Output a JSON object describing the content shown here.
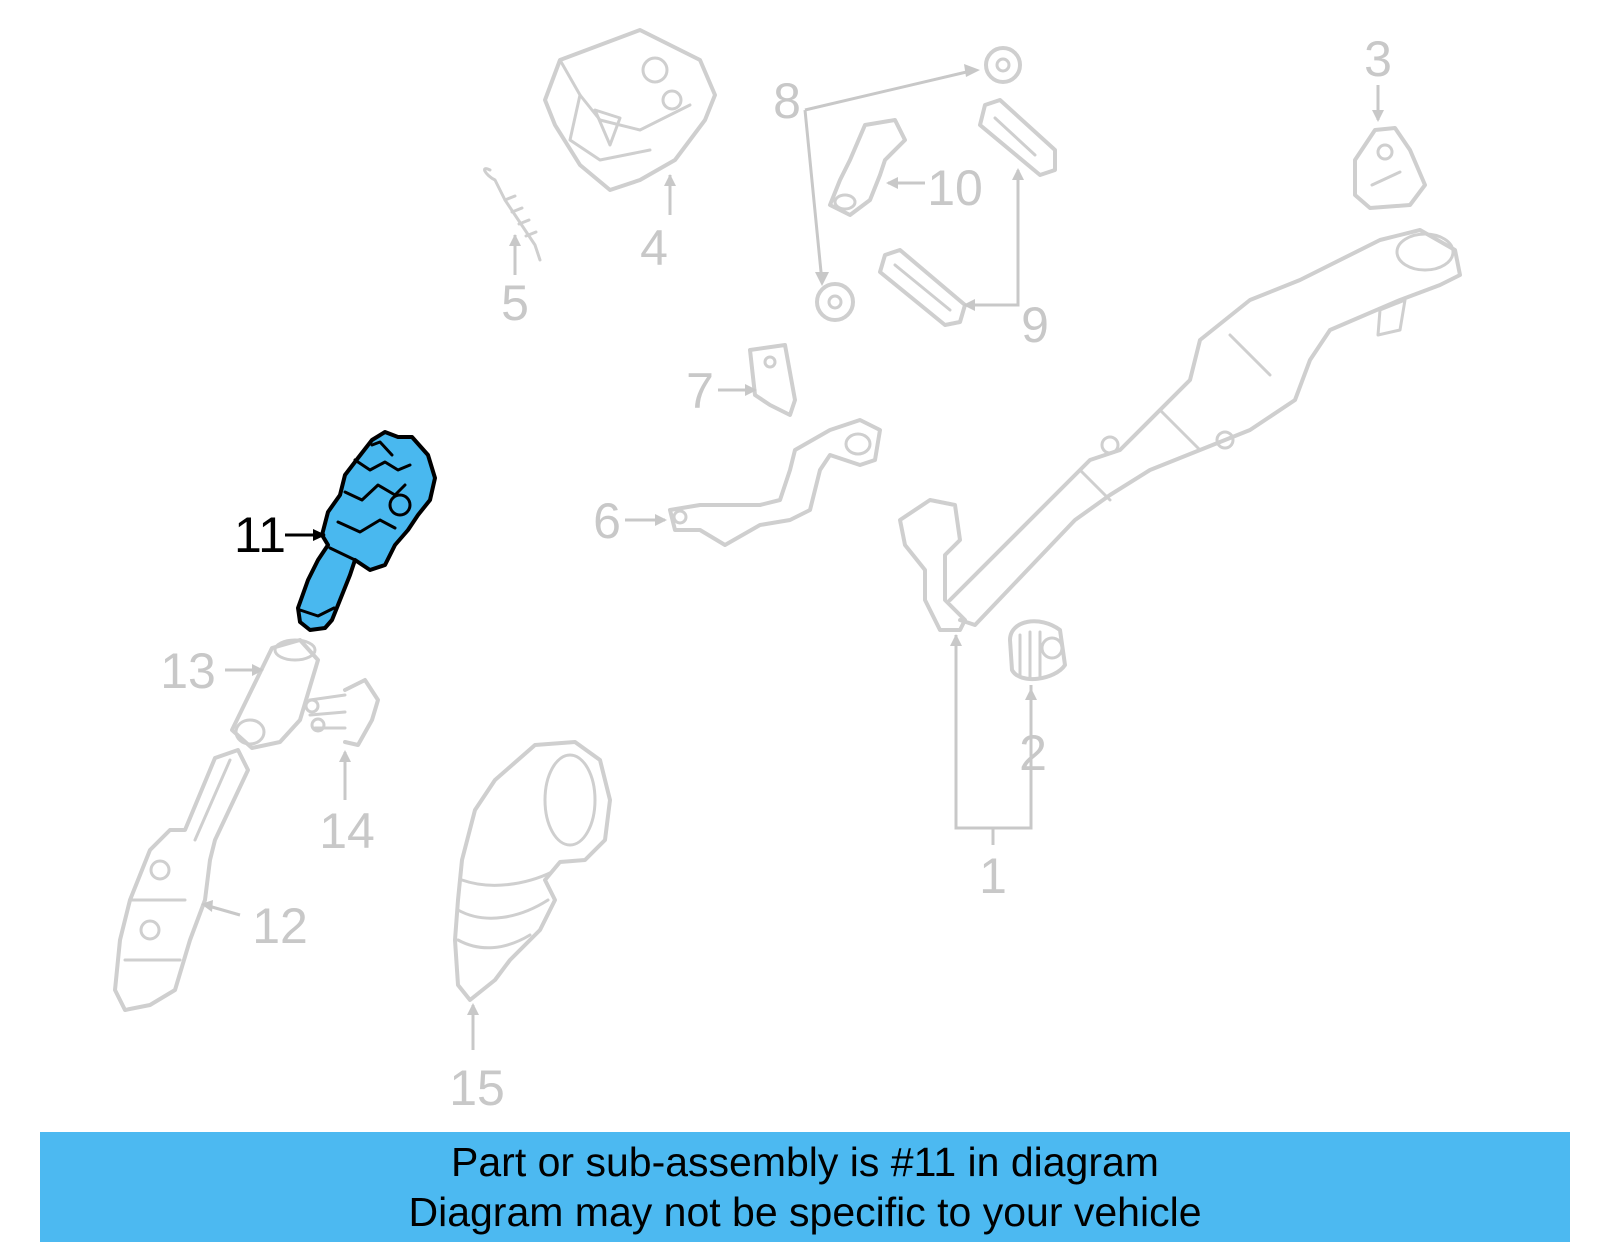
{
  "diagram": {
    "callouts": {
      "c1": "1",
      "c2": "2",
      "c3": "3",
      "c4": "4",
      "c5": "5",
      "c6": "6",
      "c7": "7",
      "c8": "8",
      "c9": "9",
      "c10": "10",
      "c11": "11",
      "c12": "12",
      "c13": "13",
      "c14": "14",
      "c15": "15"
    },
    "highlighted_part": "11",
    "highlight_color": "#49b8ef",
    "ghost_color": "#cfcfcf"
  },
  "banner": {
    "line1": "Part or sub-assembly is #11 in diagram",
    "line2": "Diagram may not be specific to your vehicle",
    "background": "#4cb9f1"
  }
}
